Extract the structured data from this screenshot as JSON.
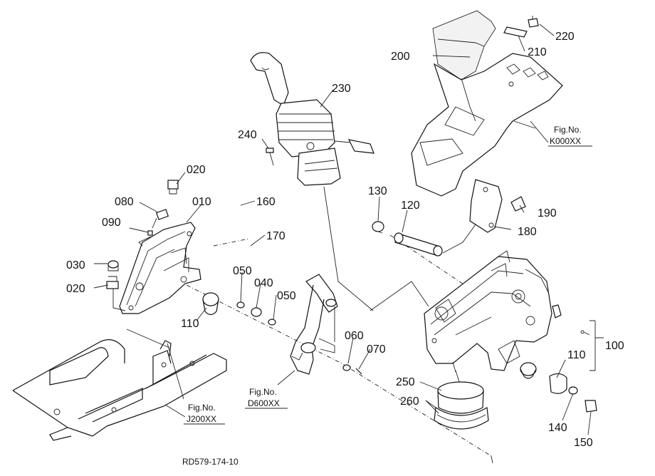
{
  "part_labels": {
    "p010": "010",
    "p020a": "020",
    "p020b": "020",
    "p030": "030",
    "p040": "040",
    "p050a": "050",
    "p050b": "050",
    "p060": "060",
    "p070": "070",
    "p080": "080",
    "p090": "090",
    "p100": "100",
    "p110a": "110",
    "p110b": "110",
    "p120": "120",
    "p130": "130",
    "p140": "140",
    "p150": "150",
    "p160": "160",
    "p170": "170",
    "p180": "180",
    "p190": "190",
    "p200": "200",
    "p210": "210",
    "p220": "220",
    "p230": "230",
    "p240": "240",
    "p250": "250",
    "p260": "260"
  },
  "figure_refs": {
    "k000": {
      "line1": "Fig.No.",
      "line2": "K000XX"
    },
    "j200": {
      "line1": "Fig.No.",
      "line2": "J200XX"
    },
    "d600": {
      "line1": "Fig.No.",
      "line2": "D600XX"
    }
  },
  "drawing_code": "RD579-174-10"
}
